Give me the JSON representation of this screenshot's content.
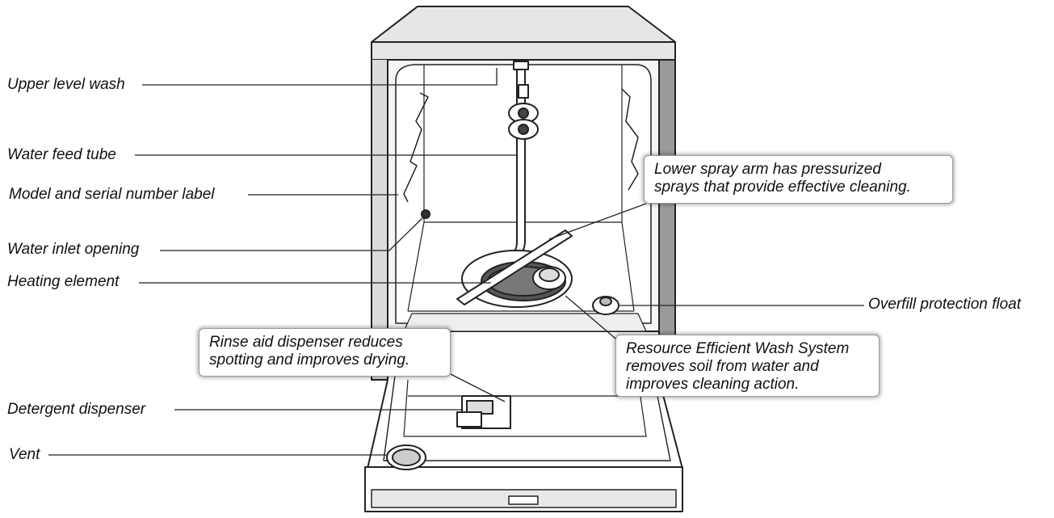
{
  "labels": {
    "upper_level_wash": "Upper level wash",
    "water_feed_tube": "Water feed tube",
    "model_serial_label": "Model and serial number label",
    "water_inlet_opening": "Water inlet opening",
    "heating_element": "Heating element",
    "detergent_dispenser": "Detergent dispenser",
    "vent": "Vent",
    "overfill_float": "Overfill protection float"
  },
  "callouts": {
    "spray_arm": [
      "Lower spray arm has pressurized",
      "sprays that provide effective cleaning."
    ],
    "rinse_aid": [
      "Rinse aid dispenser reduces",
      "spotting and improves drying."
    ],
    "wash_system": [
      "Resource Efficient Wash System",
      "removes soil from water and",
      "improves cleaning action."
    ]
  },
  "colors": {
    "line": "#222222",
    "tub": "#f3f3f3",
    "shell": "#d9d9d9"
  }
}
